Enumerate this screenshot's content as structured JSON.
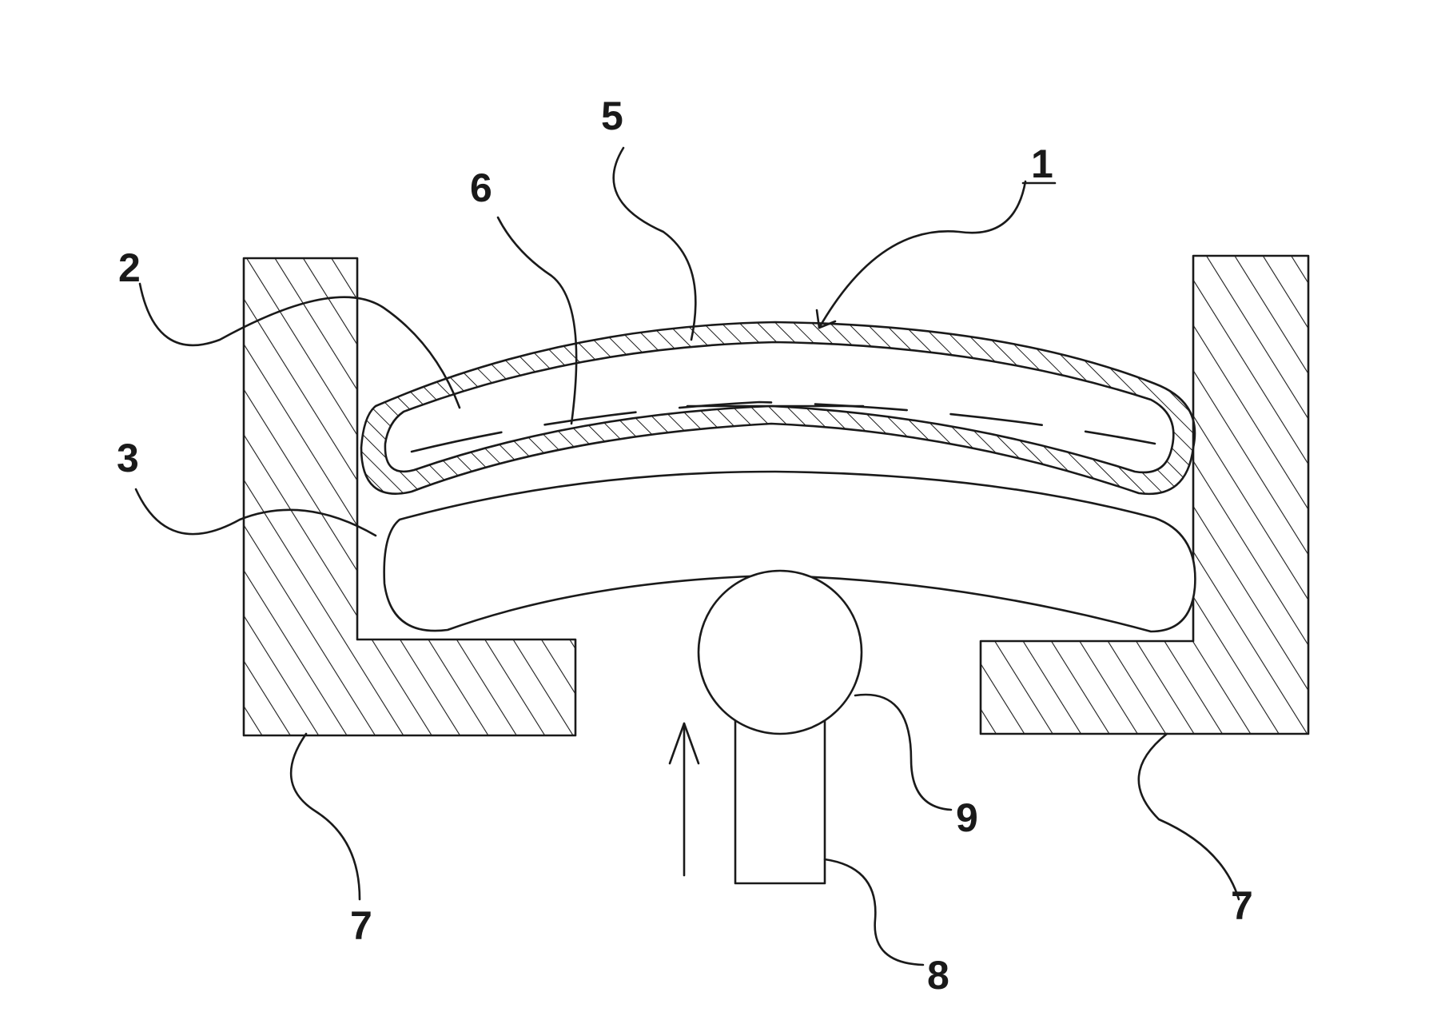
{
  "labels": {
    "one": "1",
    "two": "2",
    "three": "3",
    "five": "5",
    "six": "6",
    "seven_left": "7",
    "seven_right": "7",
    "eight": "8",
    "nine": "9"
  },
  "colors": {
    "ink": "#1a1a1a",
    "background": "#ffffff"
  }
}
